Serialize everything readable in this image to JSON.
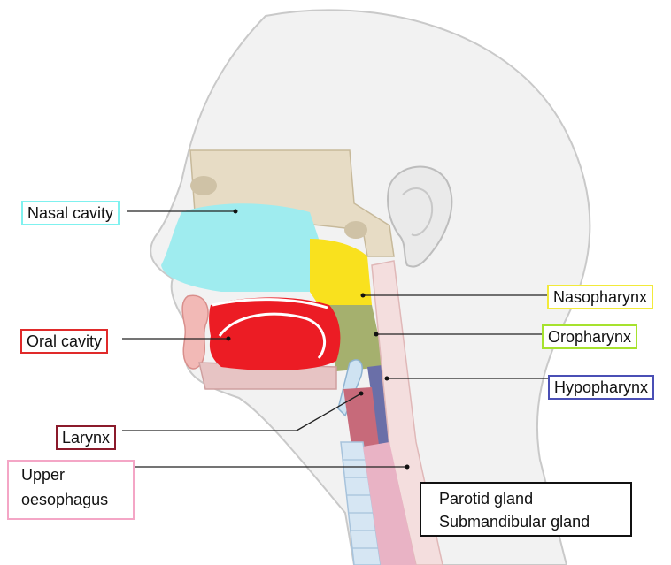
{
  "labels": {
    "nasal_cavity": {
      "text": "Nasal cavity",
      "color": "#7ff1ef"
    },
    "oral_cavity": {
      "text": "Oral cavity",
      "color": "#e02a2a"
    },
    "larynx": {
      "text": "Larynx",
      "color": "#8b1a2b"
    },
    "upper_oesophagus": {
      "line1": "Upper",
      "line2": "oesophagus",
      "color": "#f4a6c6"
    },
    "nasopharynx": {
      "text": "Nasopharynx",
      "color": "#f2ea3a"
    },
    "oropharynx": {
      "text": "Oropharynx",
      "color": "#a6e22e"
    },
    "hypopharynx": {
      "text": "Hypopharynx",
      "color": "#4a4fb5"
    },
    "glands": {
      "line1": "Parotid gland",
      "line2": "Submandibular gland",
      "color": "#111111"
    }
  },
  "regions": {
    "nasal_cavity": "#9fecef",
    "oral_cavity": "#ec1c24",
    "nasopharynx": "#f9e11e",
    "oropharynx": "#a5b06e",
    "hypopharynx": "#6a6fa8",
    "larynx": "#c76a7a",
    "oesophagus": "#e9b3c5"
  }
}
